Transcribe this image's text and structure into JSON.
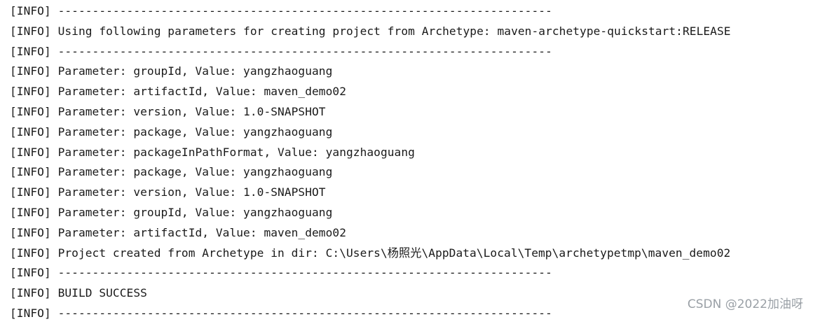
{
  "console": {
    "lines": [
      "[INFO] ------------------------------------------------------------------------",
      "[INFO] Using following parameters for creating project from Archetype: maven-archetype-quickstart:RELEASE",
      "[INFO] ------------------------------------------------------------------------",
      "[INFO] Parameter: groupId, Value: yangzhaoguang",
      "[INFO] Parameter: artifactId, Value: maven_demo02",
      "[INFO] Parameter: version, Value: 1.0-SNAPSHOT",
      "[INFO] Parameter: package, Value: yangzhaoguang",
      "[INFO] Parameter: packageInPathFormat, Value: yangzhaoguang",
      "[INFO] Parameter: package, Value: yangzhaoguang",
      "[INFO] Parameter: version, Value: 1.0-SNAPSHOT",
      "[INFO] Parameter: groupId, Value: yangzhaoguang",
      "[INFO] Parameter: artifactId, Value: maven_demo02",
      "[INFO] Project created from Archetype in dir: C:\\Users\\杨照光\\AppData\\Local\\Temp\\archetypetmp\\maven_demo02",
      "[INFO] ------------------------------------------------------------------------",
      "[INFO] BUILD SUCCESS",
      "[INFO] ------------------------------------------------------------------------"
    ]
  },
  "watermark": {
    "text": "CSDN @2022加油呀"
  },
  "colors": {
    "background": "#ffffff",
    "text": "#1a1a1a",
    "watermark": "#9aa0a6"
  }
}
